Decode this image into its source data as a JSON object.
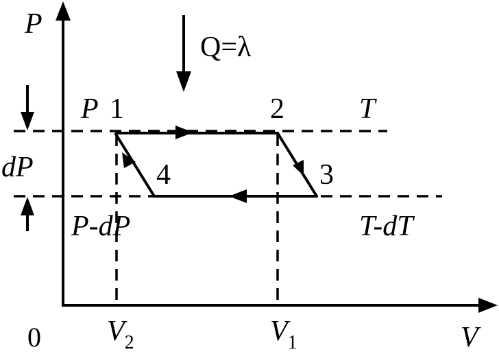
{
  "diagram": {
    "axes": {
      "y_label": "P",
      "x_label": "V",
      "origin_label": "0"
    },
    "heat": {
      "label": "Q=λ"
    },
    "levels": {
      "upper_pressure": "P",
      "lower_pressure": "P-dP",
      "upper_temperature": "T",
      "lower_temperature": "T-dT",
      "pressure_gap": "dP"
    },
    "states": {
      "s1": "1",
      "s2": "2",
      "s3": "3",
      "s4": "4"
    },
    "volumes": {
      "v2_base": "V",
      "v2_sub": "2",
      "v1_base": "V",
      "v1_sub": "1"
    }
  }
}
